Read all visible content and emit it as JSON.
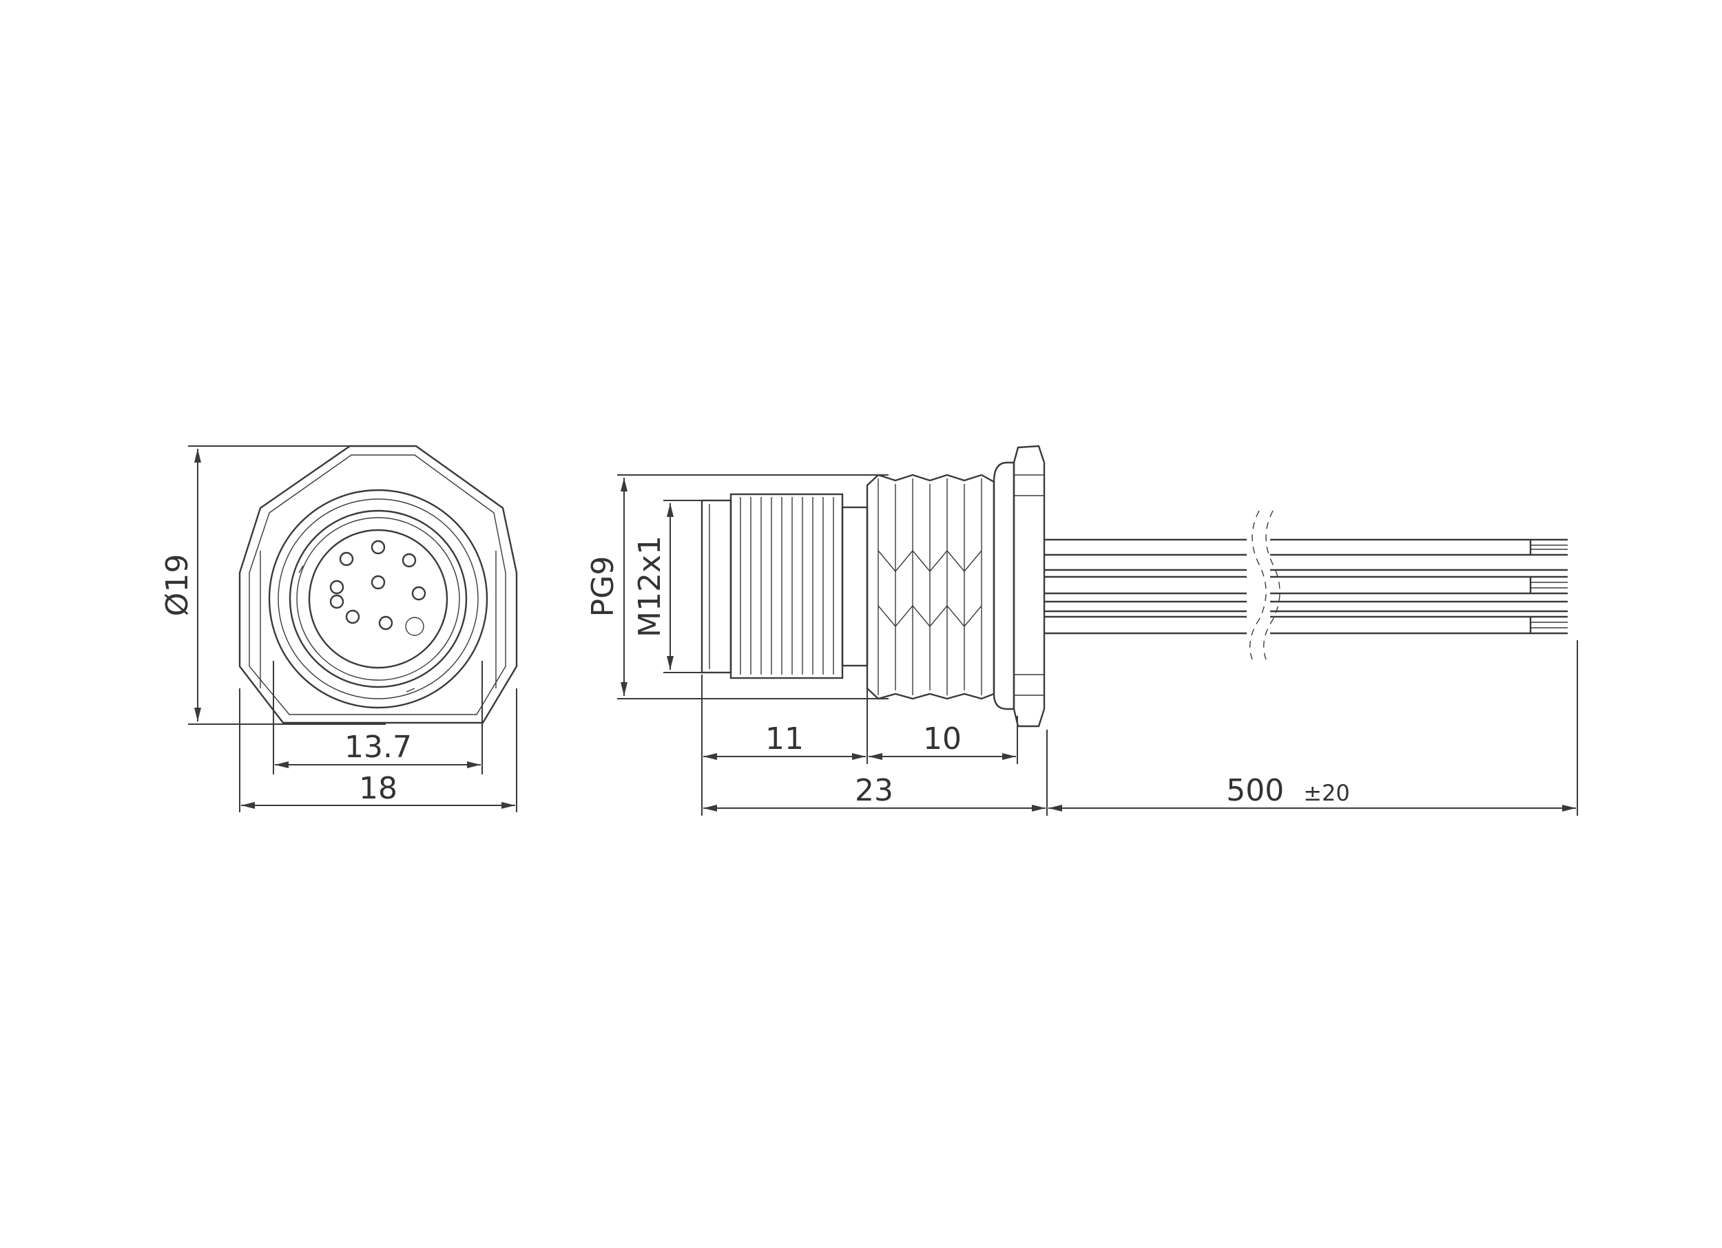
{
  "front_view": {
    "diameter_label": "Ø19",
    "inner_width_label": "13.7",
    "outer_width_label": "18"
  },
  "side_view": {
    "pg_label": "PG9",
    "thread_label": "M12x1",
    "dim_front_label": "11",
    "dim_rear_label": "10",
    "dim_total_label": "23",
    "cable_length_label": "500",
    "cable_tolerance_label": "±20"
  }
}
